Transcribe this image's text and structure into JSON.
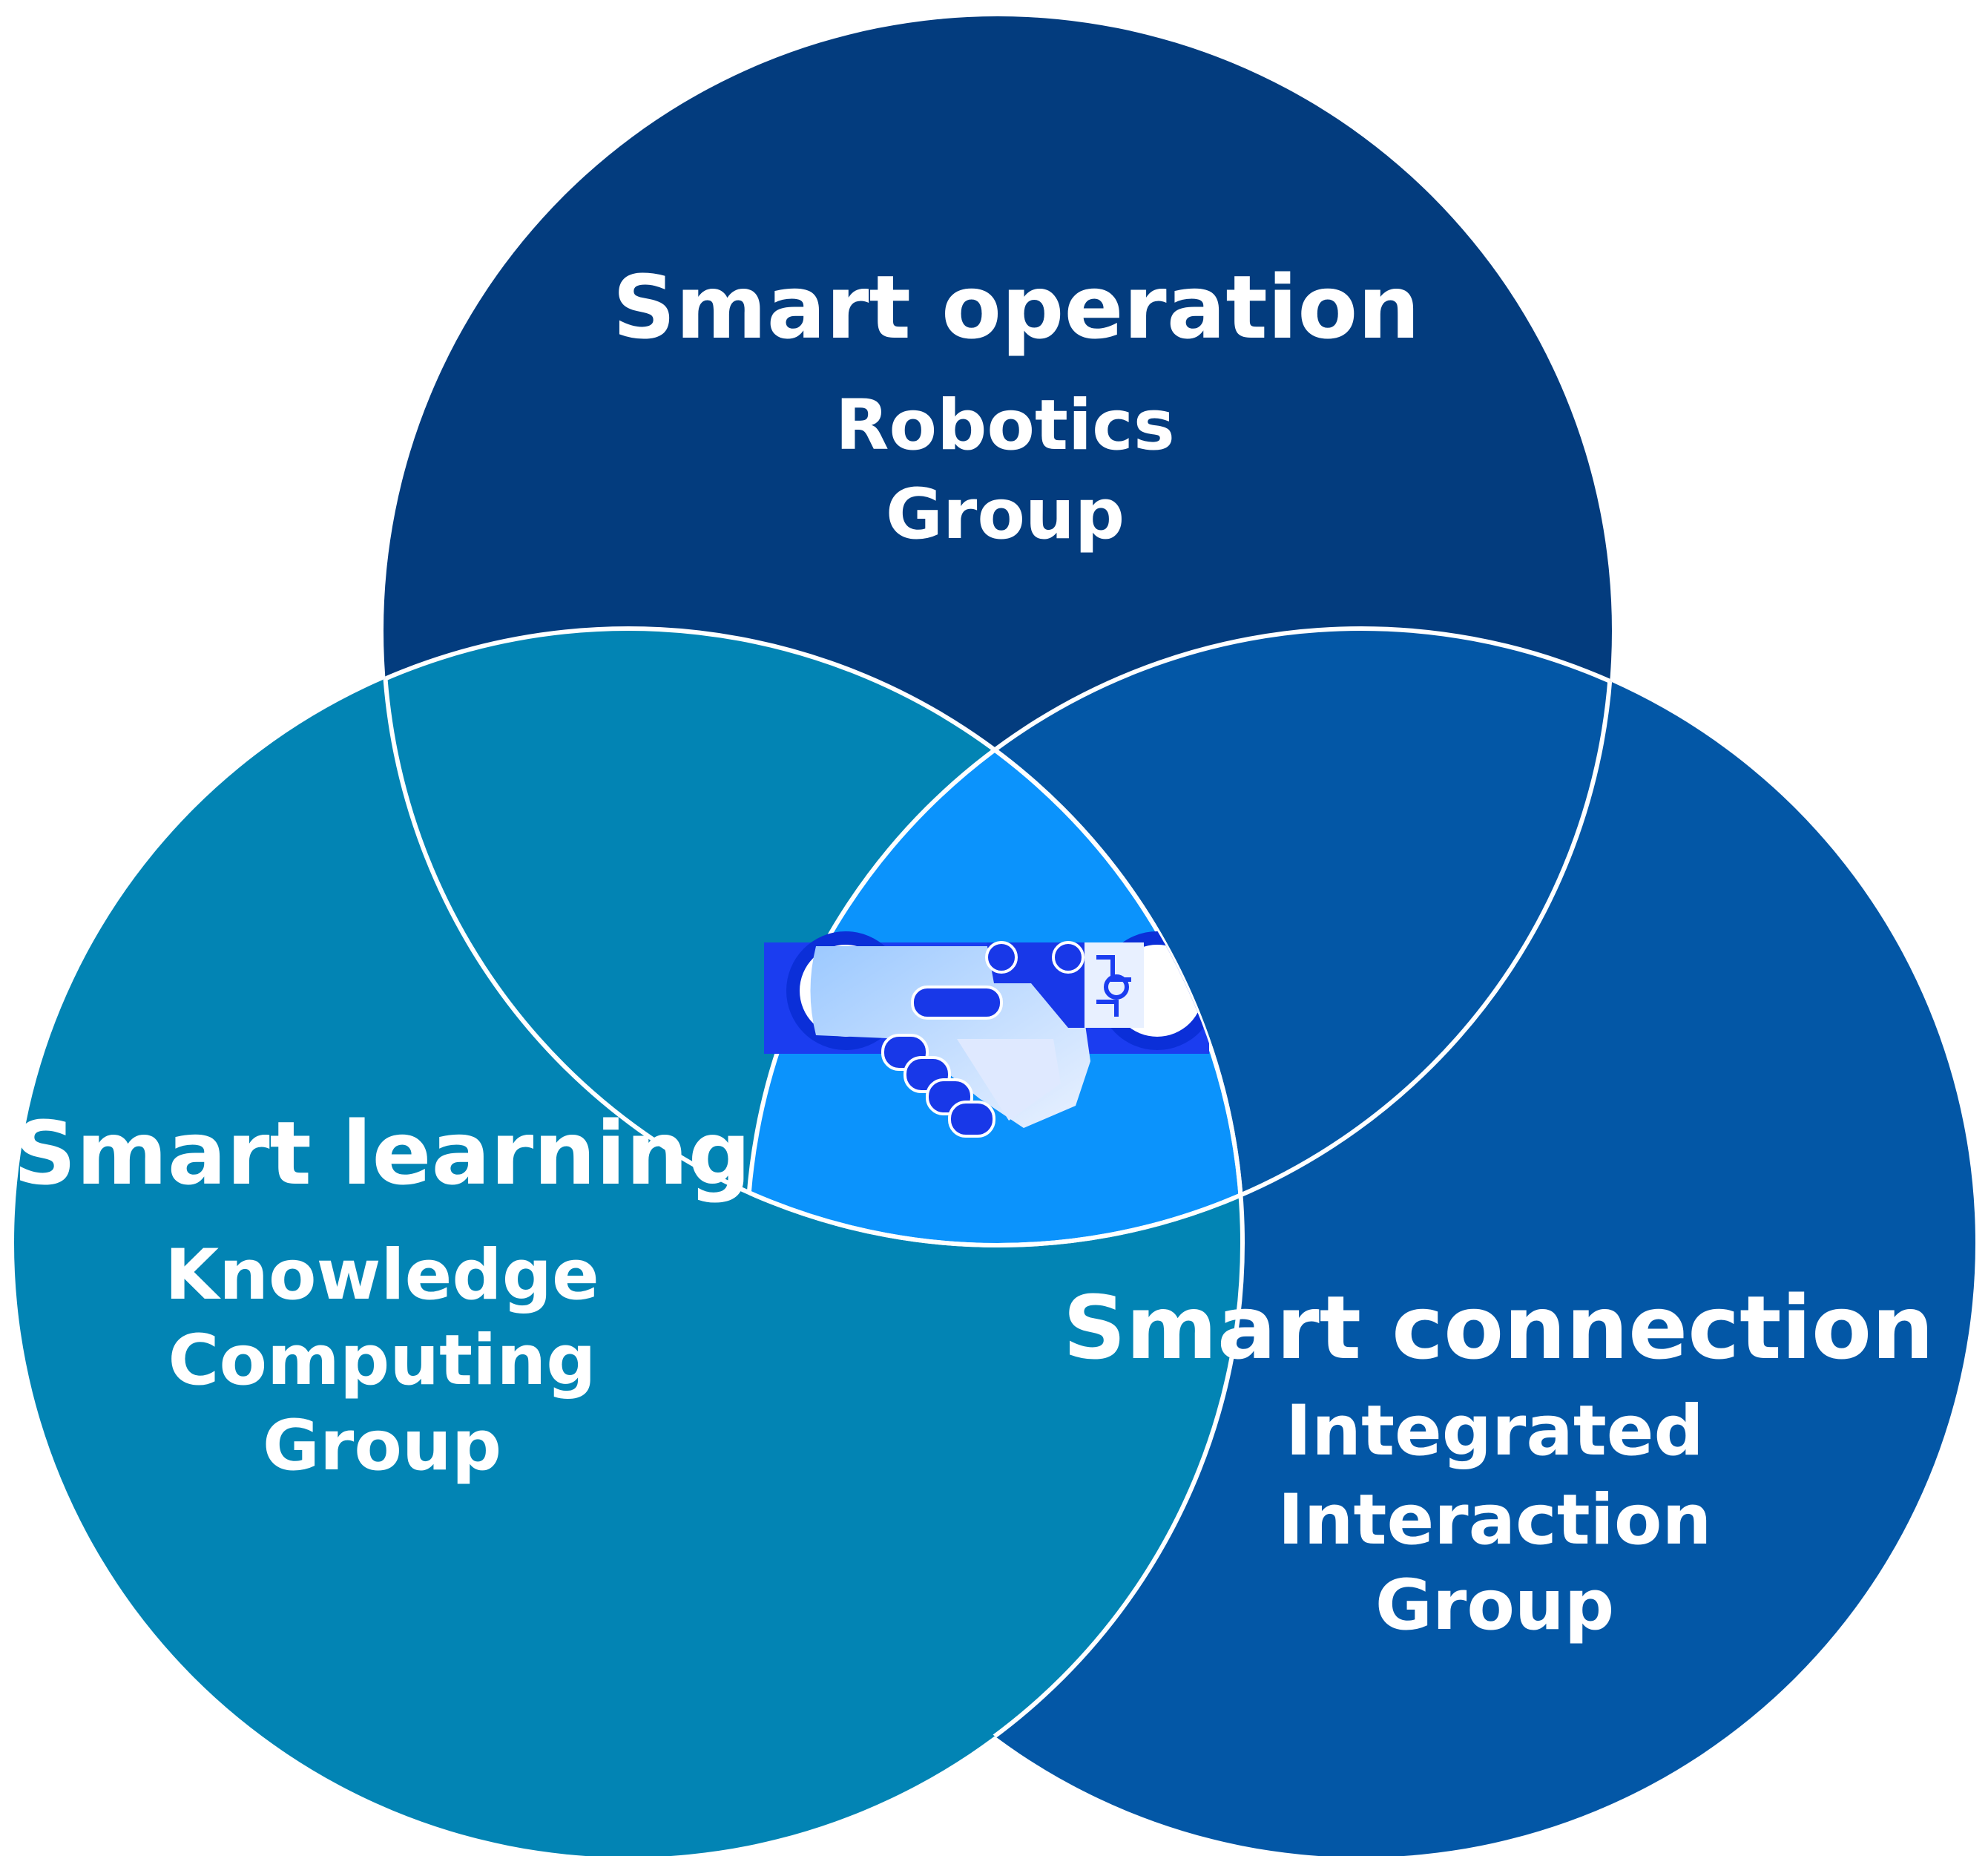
{
  "circles": {
    "operation": {
      "title": "Smart operation",
      "group_lines": [
        "Robotics",
        "Group"
      ],
      "color": "#033c7e"
    },
    "learning": {
      "title": "Smart learning",
      "group_lines": [
        "Knowledge",
        "Computing",
        "Group"
      ],
      "color": "#0284b4"
    },
    "connection": {
      "title": "Smart connection",
      "group_lines": [
        "Integrated",
        "Interaction",
        "Group"
      ],
      "color": "#0357a6"
    }
  },
  "center": {
    "icon": "human-robot-handshake-icon",
    "color": "#0b93fc"
  },
  "colors": {
    "outline": "#ffffff",
    "text": "#ffffff"
  }
}
